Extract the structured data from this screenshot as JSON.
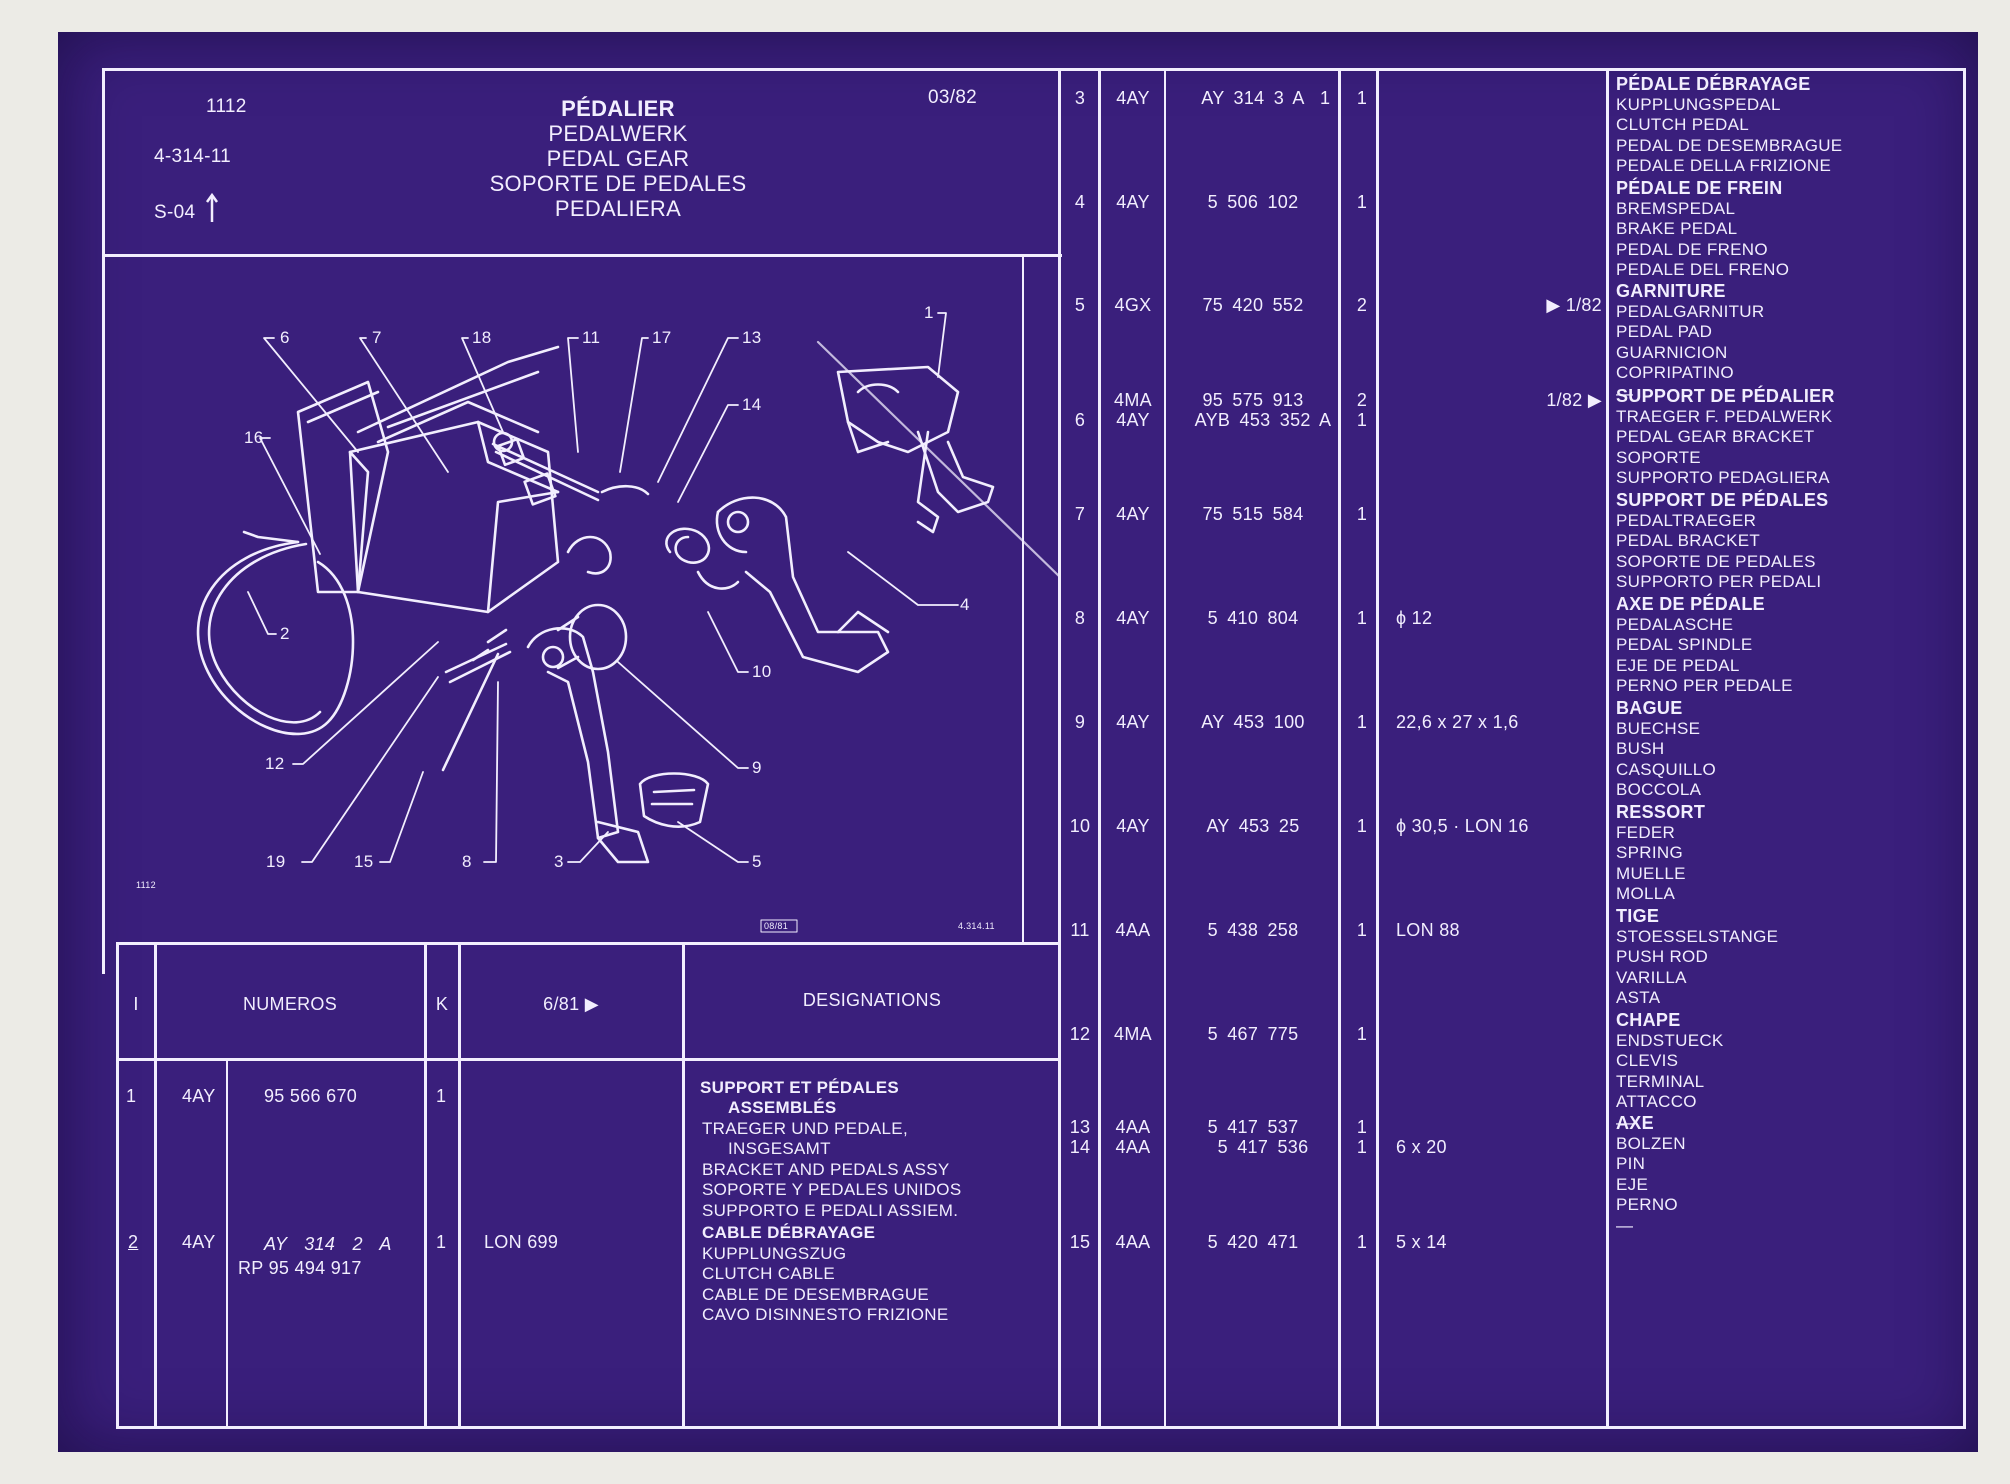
{
  "header": {
    "model": "1112",
    "group": "4-314-11",
    "page": "S-04",
    "date": "03/82",
    "title_fr": "PÉDALIER",
    "title_de": "PEDALWERK",
    "title_en": "PEDAL GEAR",
    "title_es": "SOPORTE DE PEDALES",
    "title_it": "PEDALIERA"
  },
  "diagram": {
    "callouts": [
      "6",
      "7",
      "18",
      "11",
      "17",
      "13",
      "14",
      "1",
      "16",
      "2",
      "4",
      "10",
      "12",
      "9",
      "19",
      "15",
      "8",
      "3",
      "5"
    ],
    "footer_left": "1112",
    "footer_stamp": "08/81",
    "footer_right": "4.314.11"
  },
  "table_header": {
    "col_i": "I",
    "col_numeros": "NUMEROS",
    "col_k": "K",
    "col_date": "6/81 ▶",
    "col_designations": "DESIGNATIONS"
  },
  "left_rows": [
    {
      "num": "1",
      "code": "4AY",
      "part": "95 566 670",
      "qty": "1",
      "spec": "",
      "desc": [
        "SUPPORT ET PÉDALES",
        "ASSEMBLÉS",
        "TRAEGER UND PEDALE,",
        "INSGESAMT",
        "BRACKET AND PEDALS ASSY",
        "SOPORTE Y PEDALES UNIDOS",
        "SUPPORTO E PEDALI ASSIEM."
      ]
    },
    {
      "num": "2",
      "code": "4AY",
      "part": "AY 314 2 A",
      "part2": "RP 95 494 917",
      "qty": "1",
      "spec": "LON 699",
      "desc": [
        "CABLE DÉBRAYAGE",
        "KUPPLUNGSZUG",
        "CLUTCH CABLE",
        "CABLE DE DESEMBRAGUE",
        "CAVO DISINNESTO FRIZIONE"
      ]
    }
  ],
  "right_rows": [
    {
      "num": "3",
      "code": "4AY",
      "part": "AY 314   3 A",
      "k": "1",
      "qty": "1",
      "spec": "",
      "note": "",
      "desc": [
        "PÉDALE DÉBRAYAGE",
        "KUPPLUNGSPEDAL",
        "CLUTCH PEDAL",
        "PEDAL DE DESEMBRAGUE",
        "PEDALE DELLA FRIZIONE"
      ]
    },
    {
      "num": "4",
      "code": "4AY",
      "part": "5 506 102",
      "qty": "1",
      "spec": "",
      "note": "",
      "desc": [
        "PÉDALE DE FREIN",
        "BREMSPEDAL",
        "BRAKE PEDAL",
        "PEDAL DE FRENO",
        "PEDALE DEL FRENO"
      ]
    },
    {
      "num": "5",
      "code": "4GX",
      "part": "75 420 552",
      "qty": "2",
      "spec": "",
      "note": "▶ 1/82",
      "desc": [
        "GARNITURE",
        "PEDALGARNITUR",
        "PEDAL PAD",
        "GUARNICION",
        "COPRIPATINO",
        "—"
      ]
    },
    {
      "num": "6",
      "code": "4MA",
      "code2": "4AY",
      "part": "95 575 913",
      "part2": "AYB 453 352 A",
      "qty": "2",
      "qty2": "1",
      "spec": "",
      "note": "1/82 ▶",
      "desc": [
        "SUPPORT DE PÉDALIER",
        "TRAEGER F. PEDALWERK",
        "PEDAL GEAR BRACKET",
        "SOPORTE",
        "SUPPORTO PEDAGLIERA"
      ]
    },
    {
      "num": "7",
      "code": "4AY",
      "part": "75 515 584",
      "qty": "1",
      "spec": "",
      "note": "",
      "desc": [
        "SUPPORT DE PÉDALES",
        "PEDALTRAEGER",
        "PEDAL BRACKET",
        "SOPORTE DE PEDALES",
        "SUPPORTO PER PEDALI"
      ]
    },
    {
      "num": "8",
      "code": "4AY",
      "part": "5 410 804",
      "qty": "1",
      "spec": "ϕ 12",
      "note": "",
      "desc": [
        "AXE DE PÉDALE",
        "PEDALASCHE",
        "PEDAL SPINDLE",
        "EJE DE PEDAL",
        "PERNO PER PEDALE"
      ]
    },
    {
      "num": "9",
      "code": "4AY",
      "part": "AY 453 100",
      "qty": "1",
      "spec": "22,6 x 27 x 1,6",
      "note": "",
      "desc": [
        "BAGUE",
        "BUECHSE",
        "BUSH",
        "CASQUILLO",
        "BOCCOLA"
      ]
    },
    {
      "num": "10",
      "code": "4AY",
      "part": "AY 453   25",
      "qty": "1",
      "spec": "ϕ 30,5 · LON 16",
      "note": "",
      "desc": [
        "RESSORT",
        "FEDER",
        "SPRING",
        "MUELLE",
        "MOLLA"
      ]
    },
    {
      "num": "11",
      "code": "4AA",
      "part": "5 438 258",
      "qty": "1",
      "spec": "LON 88",
      "note": "",
      "desc": [
        "TIGE",
        "STOESSELSTANGE",
        "PUSH ROD",
        "VARILLA",
        "ASTA"
      ]
    },
    {
      "num": "12",
      "code": "4MA",
      "part": "5 467 775",
      "qty": "1",
      "spec": "",
      "note": "",
      "desc": [
        "CHAPE",
        "ENDSTUECK",
        "CLEVIS",
        "TERMINAL",
        "ATTACCO",
        "—"
      ]
    },
    {
      "num": "13",
      "num2": "14",
      "code": "4AA",
      "code2": "4AA",
      "part": "5 417 537",
      "part2": "5 417 536",
      "qty": "1",
      "qty2": "1",
      "spec": "6 x 20",
      "note": "",
      "desc": [
        "AXE",
        "BOLZEN",
        "PIN",
        "EJE",
        "PERNO",
        "—"
      ]
    },
    {
      "num": "15",
      "code": "4AA",
      "part": "5 420 471",
      "qty": "1",
      "spec": "5 x 14",
      "note": "",
      "desc": []
    }
  ]
}
